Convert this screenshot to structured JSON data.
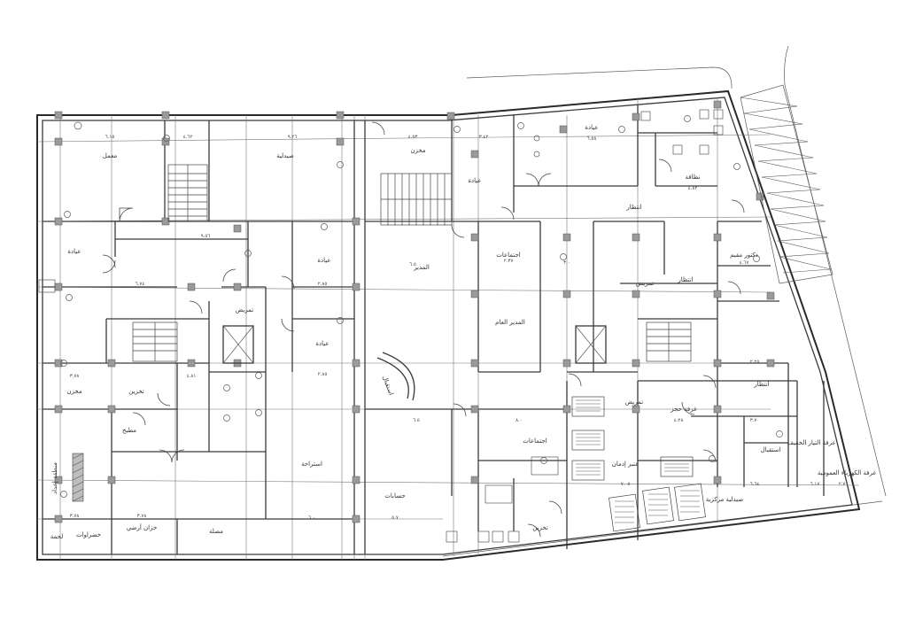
{
  "rooms": {
    "lab": "معمل",
    "pharmacy": "صيدلية",
    "store_top": "مخزن",
    "clinic_a": "عيادة",
    "clinic_b": "عيادة",
    "clinic_c": "عيادة",
    "clinic_d": "عيادة",
    "clinic_top_right": "عيادة",
    "cleaning": "نظافة",
    "waiting_top": "انتظار",
    "meetings_top": "اجتماعات",
    "manager_top": "المدير",
    "general_manager": "المدير العام",
    "resident_doctor": "دكتور مقيم",
    "waiting_right": "انتظار",
    "nursing_right": "تمريض",
    "nursing_left": "تمريض",
    "store_left": "مخزن",
    "storage_left": "تخزين",
    "kitchen": "مطبخ",
    "food_prep": "منطقة إعداد",
    "rest": "استراحة",
    "accounts": "حسابات",
    "meetings_mid": "اجتماعات",
    "reservations": "غرفة حجز",
    "waiting_mid": "انتظار",
    "nursing_mid": "تمريض",
    "storage_bottom": "تخزين",
    "mosque": "مصلة",
    "ground_tank": "خزان أرضي",
    "vegetables": "خضراوات",
    "meat": "لحمة",
    "central_pharmacy": "صيدلية مركزية",
    "addiction_ward": "عنبر إدمان",
    "low_voltage": "غرفة التيار الخفيف",
    "electric_room": "غرفة الكهرباء العمومية",
    "reception": "استقبال",
    "reception_right": "استقبال"
  },
  "dimensions": {
    "d1": "٦.١٥",
    "d2": "٤.٦٢",
    "d3": "٩.٢٦",
    "d4": "٤.٥٣",
    "d5": "٣.٤٢",
    "d6": "٦.٥٨",
    "d7": "٤.٨٢",
    "d8": "٩.٥٦",
    "d9": "٦.٧٤",
    "d10": "٢.٨٥",
    "d11": "٦.٥",
    "d12": "٢.٣٧",
    "d13": "٣.٠",
    "d14": "٤.٦٧",
    "d15": "٢.٨٥",
    "d16": "٦.٥",
    "d17": "٨.٠",
    "d18": "٥.٧",
    "d19": "٣.٧٨",
    "d20": "٣.٧٨",
    "d21": "٣.٧٨",
    "d22": "٧.٠٥",
    "d23": "٦.٠",
    "d24": "٦.٦٤",
    "d25": "٤.٢٨",
    "d26": "٦.١٧",
    "d27": "٢.٢٥",
    "d28": "٤.٨١",
    "d29": "٣.٧٠",
    "d30": "٢.٧٠"
  }
}
